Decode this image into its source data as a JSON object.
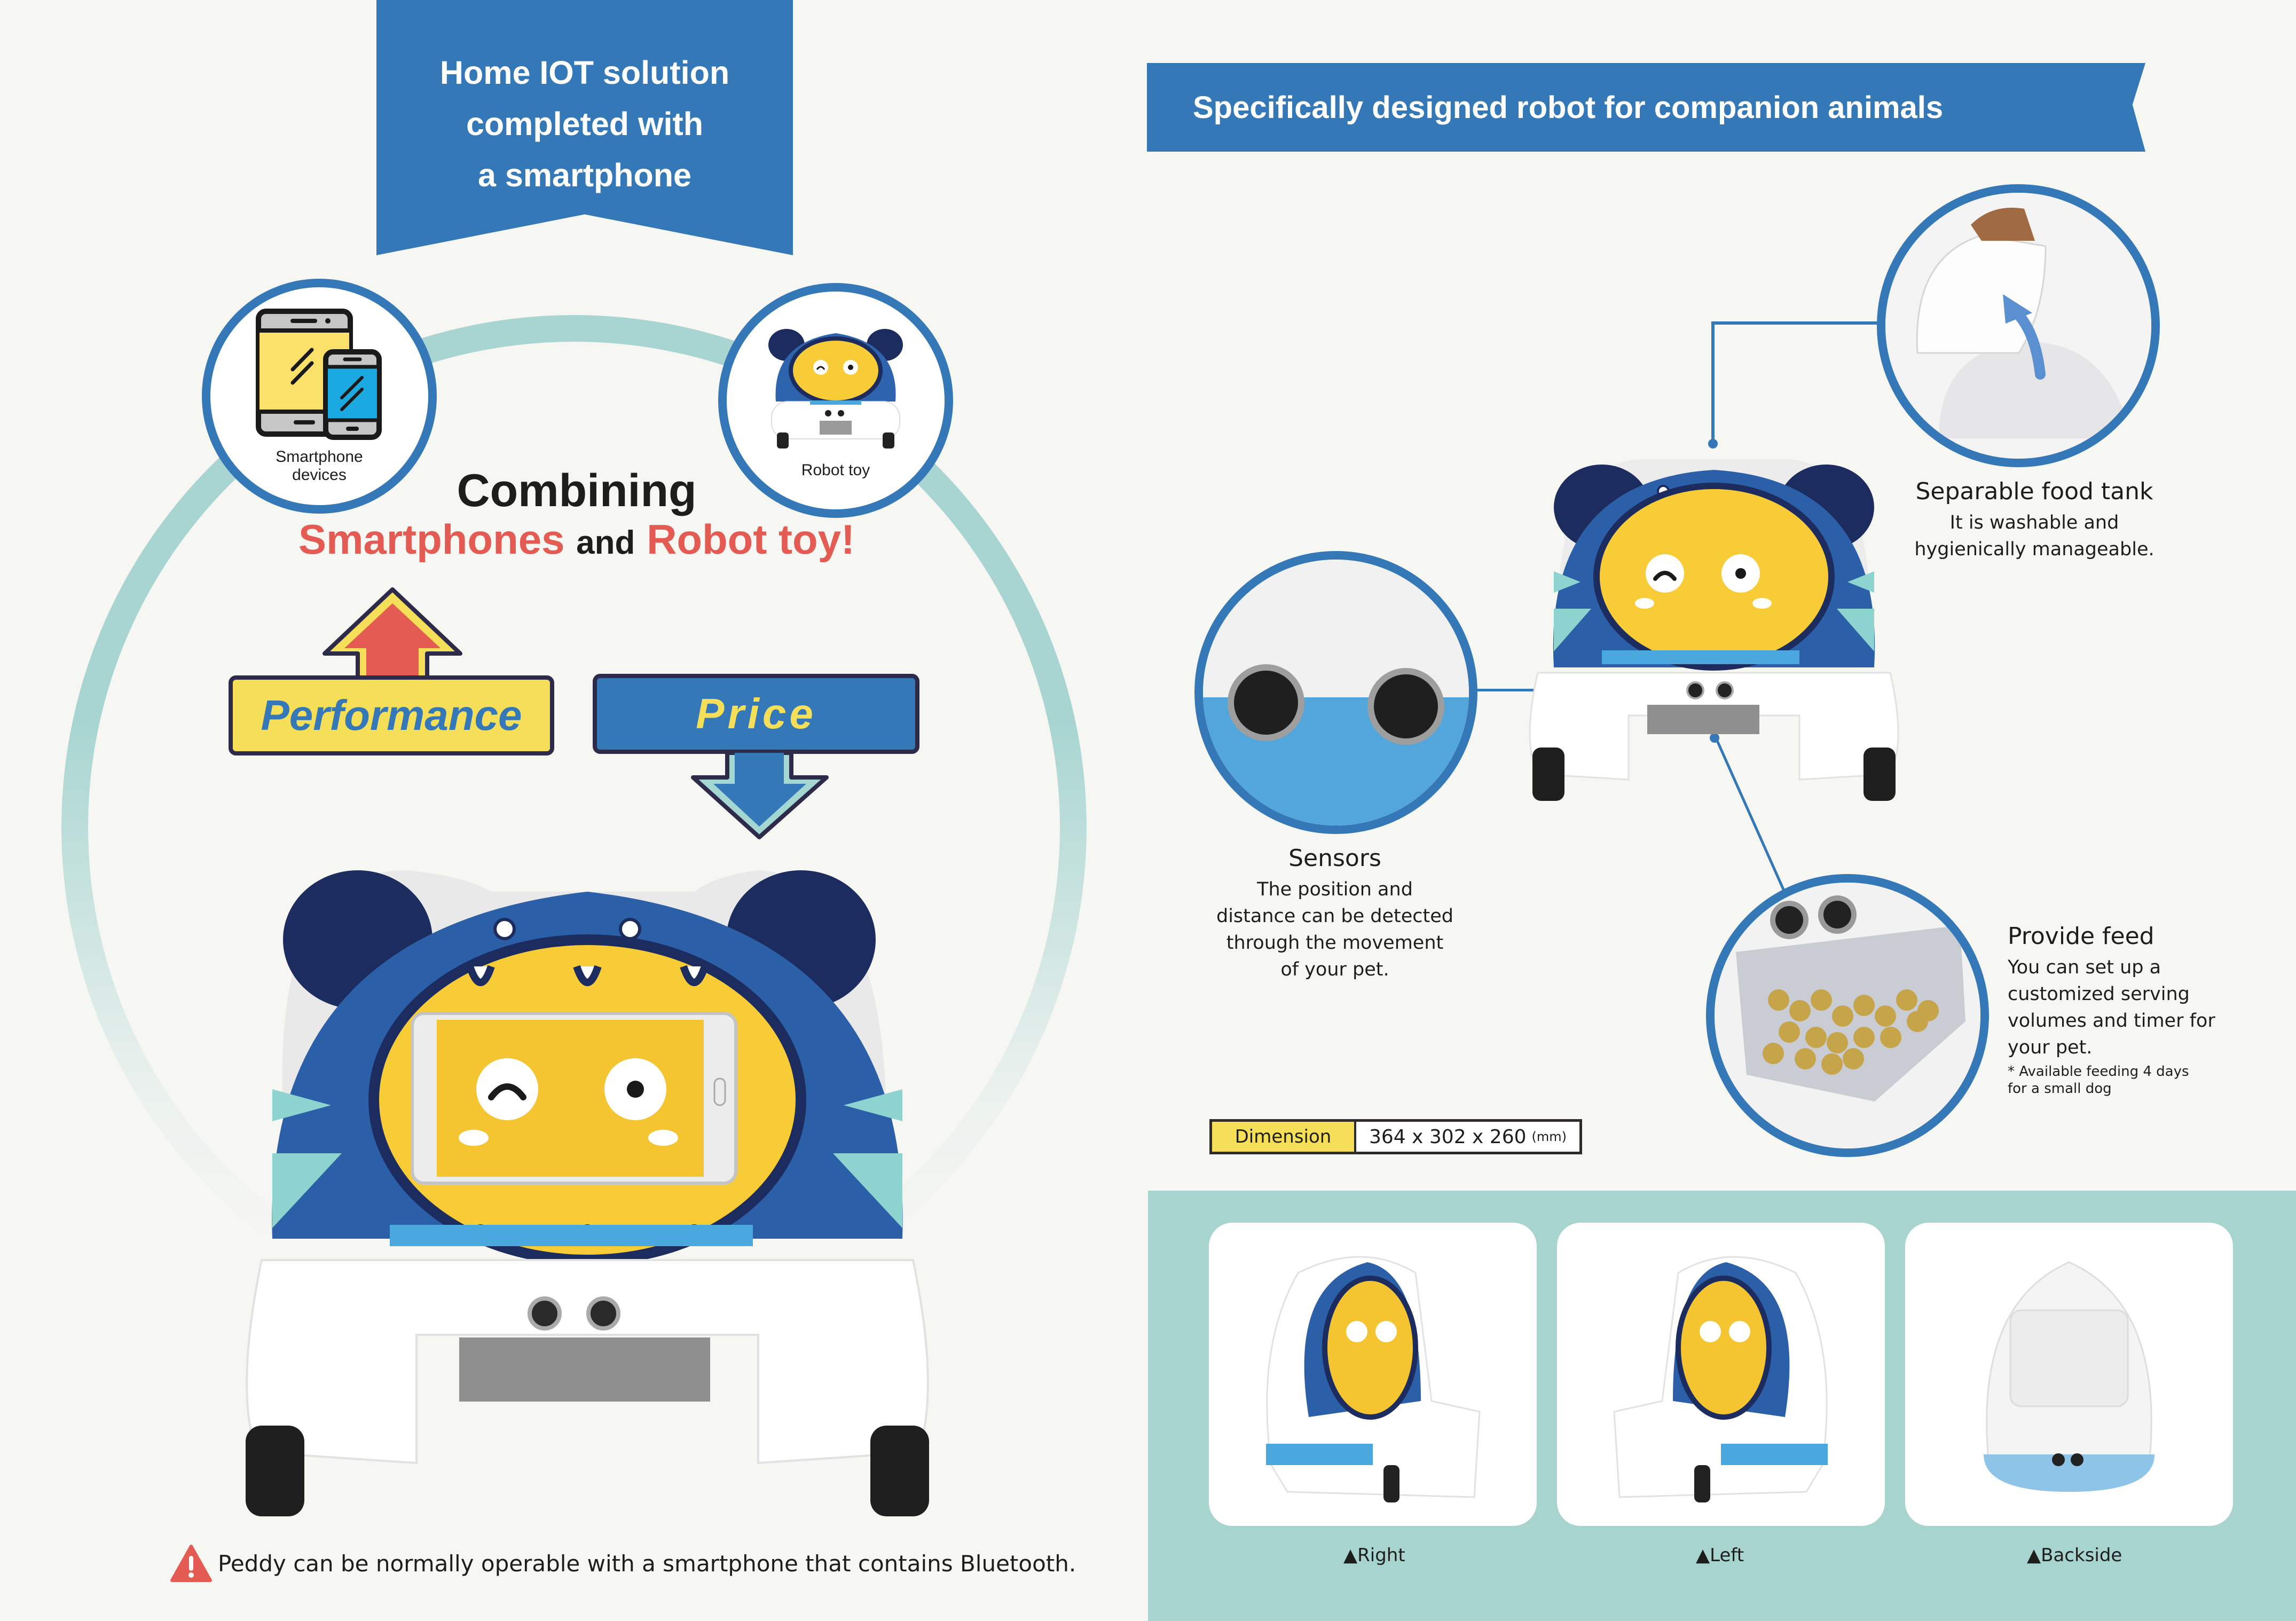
{
  "left_page": {
    "banner": {
      "line1": "Home IOT solution",
      "line2": "completed with",
      "line3": "a smartphone"
    },
    "smartphone_circle": {
      "label_line1": "Smartphone",
      "label_line2": "devices"
    },
    "robot_circle": {
      "label": "Robot toy"
    },
    "combining": {
      "title": "Combining",
      "highlight1": "Smartphones",
      "connector": "and",
      "highlight2": "Robot toy!"
    },
    "performance": {
      "label": "Performance",
      "direction": "up"
    },
    "price": {
      "label": "Price",
      "direction": "down"
    },
    "warning": {
      "icon": "warning-icon",
      "text": "Peddy can be normally operable with a smartphone that contains Bluetooth."
    }
  },
  "right_page": {
    "banner": {
      "title": "Specifically designed robot for companion animals"
    },
    "features": {
      "food_tank": {
        "title": "Separable food tank",
        "line1": "It is washable and",
        "line2": "hygienically manageable."
      },
      "sensors": {
        "title": "Sensors",
        "line1": "The position and",
        "line2": "distance can be detected",
        "line3": "through the movement",
        "line4": "of your pet."
      },
      "feed": {
        "title": "Provide feed",
        "line1": "You can set up a",
        "line2": "customized serving",
        "line3": "volumes and timer for",
        "line4": "your pet.",
        "note1": "* Available feeding 4 days",
        "note2": "for a small dog"
      }
    },
    "dimension": {
      "label": "Dimension",
      "value": "364 x 302 x 260",
      "unit": "(mm)"
    },
    "gallery": [
      {
        "caption": "▲Right"
      },
      {
        "caption": "▲Left"
      },
      {
        "caption": "▲Backside"
      }
    ]
  },
  "colors": {
    "brand_blue": "#3578b8",
    "accent_yellow": "#f6df58",
    "accent_red": "#e35b52",
    "teal": "#a7d4cf",
    "background": "#f6f6f3"
  }
}
